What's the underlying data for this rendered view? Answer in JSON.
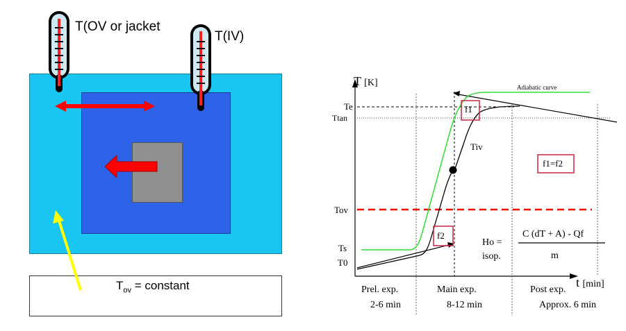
{
  "left_panel": {
    "thermometer_ov_label": "T(OV or jacket",
    "thermometer_iv_label": "T(IV)",
    "caption_T": "T",
    "caption_subscript": "ov",
    "caption_rest": " = constant"
  },
  "right_panel": {
    "y_axis_label": "T",
    "y_axis_unit": "[K]",
    "x_axis_label": "t",
    "x_axis_unit": "[min]",
    "tick_Te": "Te",
    "tick_Ttan": "Ttan",
    "tick_Tov": "Tov",
    "tick_Ts": "Ts",
    "tick_T0": "T0",
    "adiabatic_label": "Adiabatic curve",
    "curve_label_Tiv": "Tiv",
    "box_f1": "f1",
    "box_f2": "f2",
    "equality_label": "f1=f2",
    "formula_lhs_1": "Ho =",
    "formula_lhs_2": "isop.",
    "formula_numerator": "C (dT + A) - Qf",
    "formula_denominator": "m",
    "phase_prel_1": "Prel. exp.",
    "phase_prel_2": "2-6 min",
    "phase_main_1": "Main exp.",
    "phase_main_2": "8-12 min",
    "phase_post_1": "Post exp.",
    "phase_post_2": "Approx.  6 min"
  },
  "colors": {
    "outer_vessel": "#19c6f2",
    "inner_vessel": "#2d63e8",
    "sample": "#8f8f8f",
    "arrow_red": "#ff0000",
    "arrow_yellow": "#ffff00",
    "adiabatic_green": "#33dd33",
    "tov_dashed": "#ff0000",
    "box_red": "#cc2244"
  }
}
